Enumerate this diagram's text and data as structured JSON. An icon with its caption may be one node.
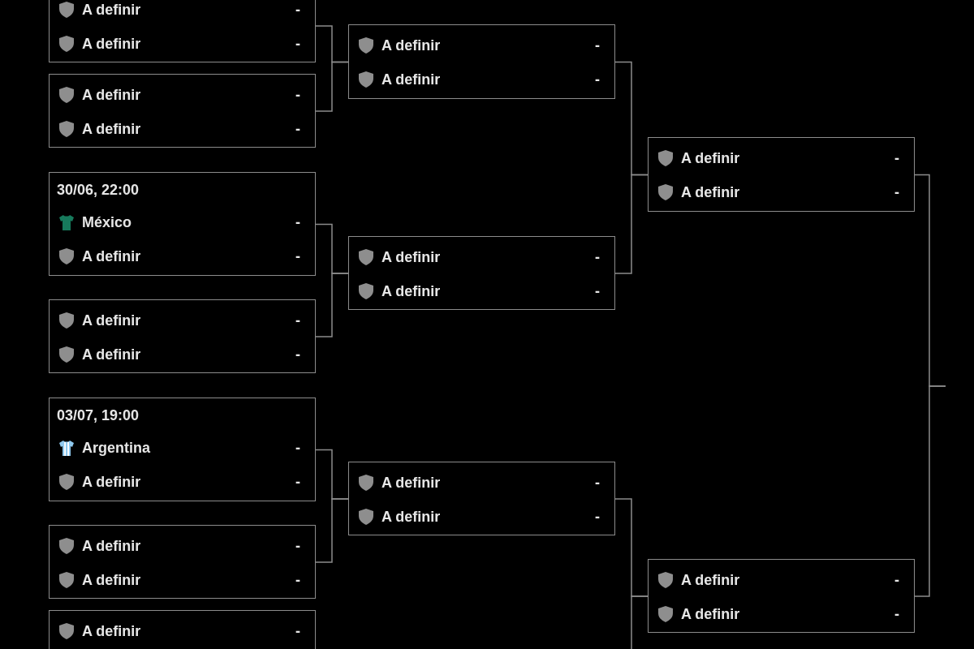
{
  "diagram": {
    "nodes": [
      {
        "text": [
          "A definir",
          "-",
          "A definir",
          "-"
        ]
      },
      {
        "text": [
          "A definir",
          "-",
          "A definir",
          "-"
        ]
      },
      {
        "text": [
          "30/06, 22:00",
          "México",
          "-",
          "A definir",
          "-"
        ]
      },
      {
        "text": [
          "A definir",
          "-",
          "A definir",
          "-"
        ]
      },
      {
        "text": [
          "03/07, 19:00",
          "Argentina",
          "-",
          "A definir",
          "-"
        ]
      },
      {
        "text": [
          "A definir",
          "-",
          "A definir",
          "-"
        ]
      },
      {
        "text": [
          "A definir",
          "-"
        ]
      },
      {
        "text": [
          "A definir",
          "-",
          "A definir",
          "-"
        ]
      },
      {
        "text": [
          "A definir",
          "-",
          "A definir",
          "-"
        ]
      },
      {
        "text": [
          "A definir",
          "-",
          "A definir",
          "-"
        ]
      },
      {
        "text": [
          "A definir",
          "-",
          "A definir",
          "-"
        ]
      },
      {
        "text": [
          "A definir",
          "-",
          "A definir",
          "-"
        ]
      }
    ],
    "edges": [
      {
        "from": 0,
        "to": 7,
        "arrow": "none"
      },
      {
        "from": 1,
        "to": 7,
        "arrow": "none"
      },
      {
        "from": 2,
        "to": 8,
        "arrow": "none"
      },
      {
        "from": 3,
        "to": 8,
        "arrow": "none"
      },
      {
        "from": 4,
        "to": 9,
        "arrow": "none"
      },
      {
        "from": 5,
        "to": 9,
        "arrow": "none"
      },
      {
        "from": 7,
        "to": 10,
        "arrow": "none"
      },
      {
        "from": 8,
        "to": 10,
        "arrow": "none"
      },
      {
        "from": 9,
        "to": 11,
        "arrow": "none"
      },
      {
        "from": null,
        "to": 11,
        "arrow": "none"
      },
      {
        "from": 10,
        "to": null,
        "arrow": "none"
      },
      {
        "from": 11,
        "to": null,
        "arrow": "none"
      }
    ]
  }
}
